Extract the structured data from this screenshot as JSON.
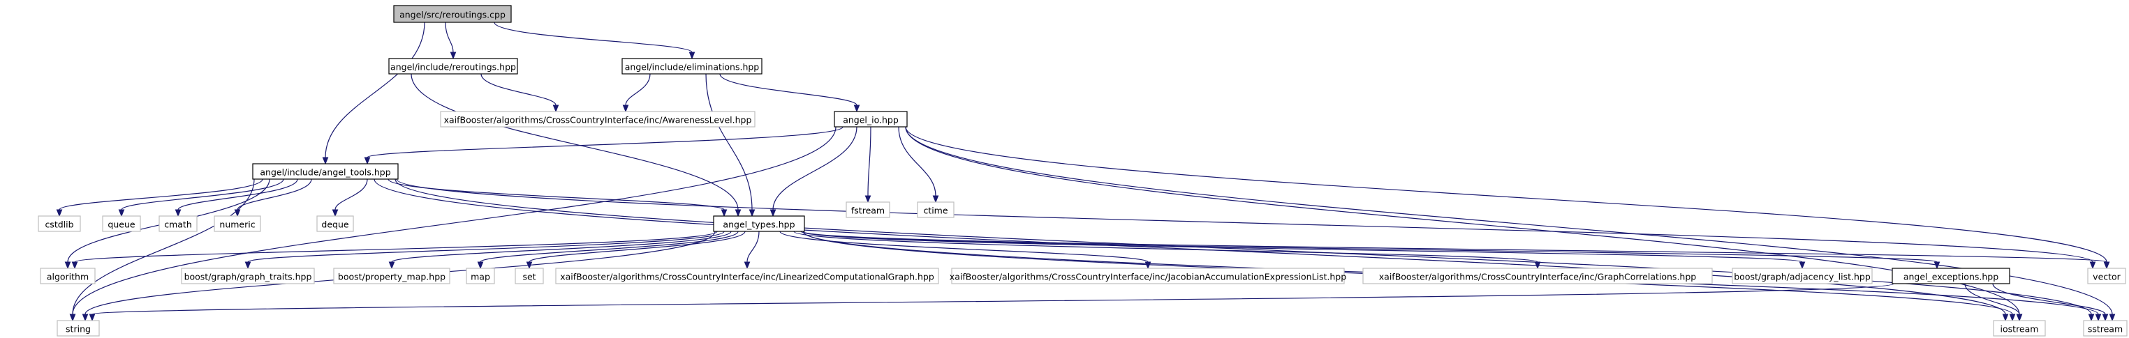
{
  "colors": {
    "edge": "#191970",
    "root_fill": "#bfbfbf",
    "root_border": "#000000",
    "header_border": "#000000",
    "system_border": "#bfbfbf",
    "text": "#000000"
  },
  "nodes": {
    "root": "angel/src/reroutings.cpp",
    "reroutings_hpp": "angel/include/reroutings.hpp",
    "eliminations_hpp": "angel/include/eliminations.hpp",
    "awareness_level_hpp": "xaifBooster/algorithms/CrossCountryInterface/inc/AwarenessLevel.hpp",
    "angel_io_hpp": "angel_io.hpp",
    "angel_tools_hpp": "angel/include/angel_tools.hpp",
    "fstream": "fstream",
    "ctime": "ctime",
    "cstdlib": "cstdlib",
    "queue": "queue",
    "cmath": "cmath",
    "numeric": "numeric",
    "deque": "deque",
    "angel_types_hpp": "angel_types.hpp",
    "algorithm": "algorithm",
    "graph_traits_hpp": "boost/graph/graph_traits.hpp",
    "property_map_hpp": "boost/property_map.hpp",
    "map": "map",
    "set": "set",
    "linearized_graph_hpp": "xaifBooster/algorithms/CrossCountryInterface/inc/LinearizedComputationalGraph.hpp",
    "jacobian_list_hpp": "xaifBooster/algorithms/CrossCountryInterface/inc/JacobianAccumulationExpressionList.hpp",
    "graph_correlations_hpp": "xaifBooster/algorithms/CrossCountryInterface/inc/GraphCorrelations.hpp",
    "adjacency_list_hpp": "boost/graph/adjacency_list.hpp",
    "angel_exceptions_hpp": "angel_exceptions.hpp",
    "vector": "vector",
    "string": "string",
    "iostream": "iostream",
    "sstream": "sstream"
  }
}
